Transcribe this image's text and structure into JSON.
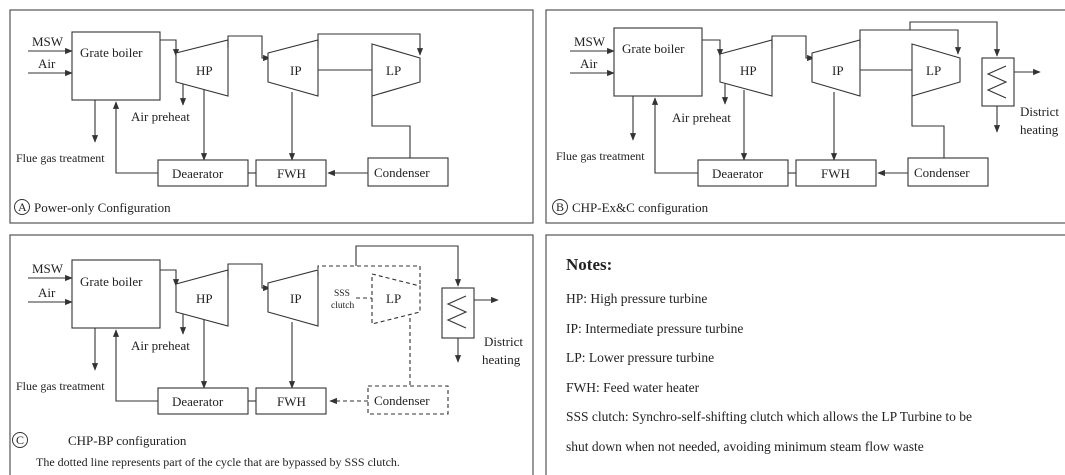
{
  "panel_a": {
    "msw": "MSW",
    "air": "Air",
    "boiler": "Grate boiler",
    "hp": "HP",
    "ip": "IP",
    "lp": "LP",
    "air_preheat": "Air preheat",
    "flue": "Flue gas treatment",
    "deaerator": "Deaerator",
    "fwh": "FWH",
    "condenser": "Condenser",
    "badge": "A",
    "caption": "Power-only Configuration"
  },
  "panel_b": {
    "msw": "MSW",
    "air": "Air",
    "boiler": "Grate boiler",
    "hp": "HP",
    "ip": "IP",
    "lp": "LP",
    "air_preheat": "Air preheat",
    "flue": "Flue gas treatment",
    "deaerator": "Deaerator",
    "fwh": "FWH",
    "condenser": "Condenser",
    "district_1": "District",
    "district_2": "heating",
    "badge": "B",
    "caption": "CHP-Ex&C configuration"
  },
  "panel_c": {
    "msw": "MSW",
    "air": "Air",
    "boiler": "Grate boiler",
    "hp": "HP",
    "ip": "IP",
    "lp": "LP",
    "sss_1": "SSS",
    "sss_2": "clutch",
    "air_preheat": "Air preheat",
    "flue": "Flue gas treatment",
    "deaerator": "Deaerator",
    "fwh": "FWH",
    "condenser": "Condenser",
    "district_1": "District",
    "district_2": "heating",
    "badge": "C",
    "caption": "CHP-BP configuration",
    "note": "The dotted line represents part of the cycle that are bypassed by SSS clutch."
  },
  "notes": {
    "title": "Notes:",
    "items": [
      "HP: High pressure turbine",
      "IP: Intermediate pressure turbine",
      "LP: Lower pressure turbine",
      "FWH: Feed water heater",
      "SSS clutch: Synchro-self-shifting clutch which allows the LP Turbine to be",
      "shut down when not needed, avoiding minimum steam flow waste"
    ]
  }
}
